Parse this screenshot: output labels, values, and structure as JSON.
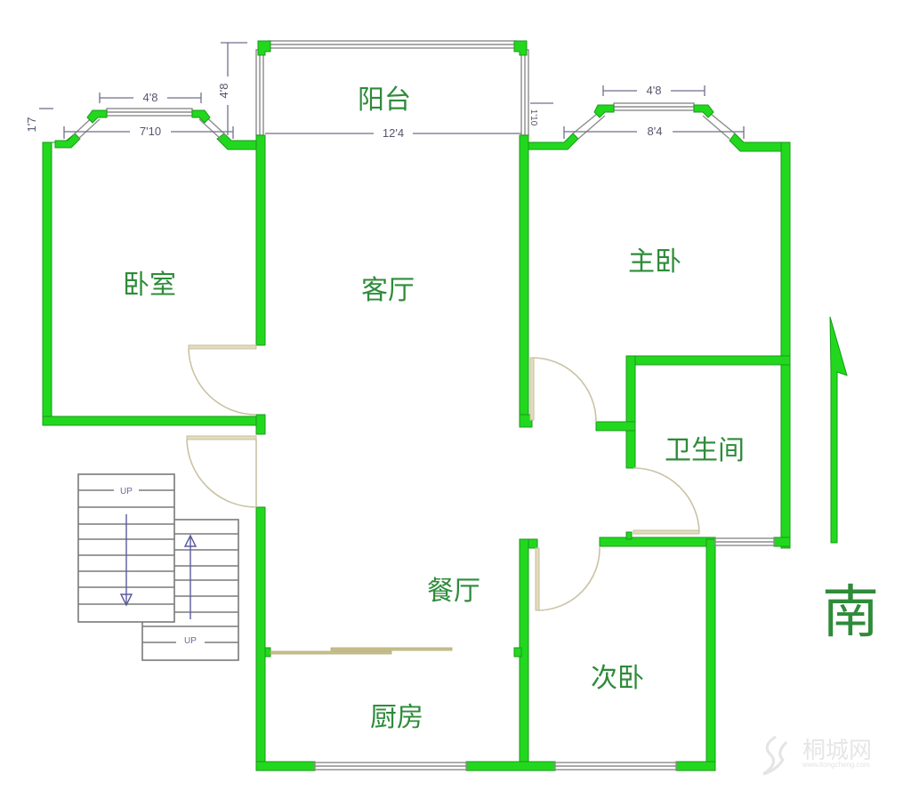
{
  "rooms": {
    "balcony": "阳台",
    "living_room": "客厅",
    "bedroom": "卧室",
    "master_bedroom": "主卧",
    "bathroom": "卫生间",
    "dining_room": "餐厅",
    "kitchen": "厨房",
    "second_bedroom": "次卧"
  },
  "dimensions": {
    "bedroom_bay_inner": "4'8",
    "bedroom_bay_outer": "7'10",
    "bedroom_bay_depth": "1'7",
    "balcony_depth": "4'8",
    "balcony_width": "12'4",
    "master_side_depth": "1'10",
    "master_bay_inner": "4'8",
    "master_bay_outer": "8'4"
  },
  "stairs": {
    "upper_label": "UP",
    "lower_label": "UP"
  },
  "compass": {
    "direction_label": "南",
    "icon": "north-arrow-icon"
  },
  "watermark": {
    "name": "桐城网",
    "url": "www.itongcheng.com"
  },
  "colors": {
    "wall": "#22d81e",
    "room_label": "#2e8b3a",
    "window": "#8c8c8c",
    "door": "#c9c3a3",
    "dimension": "#6f6f8a"
  }
}
